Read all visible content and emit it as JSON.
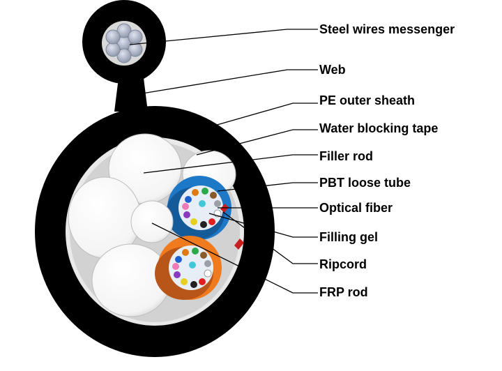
{
  "labels": {
    "steel_wires_messenger": "Steel wires messenger",
    "web": "Web",
    "pe_outer_sheath": "PE outer sheath",
    "water_blocking_tape": "Water blocking tape",
    "filler_rod": "Filler rod",
    "pbt_loose_tube": "PBT loose tube",
    "optical_fiber": "Optical fiber",
    "filling_gel": "Filling gel",
    "ripcord": "Ripcord",
    "frp_rod": "FRP rod"
  },
  "colors": {
    "sheath": "#000000",
    "tape": "#e6e6e6",
    "filler": "#ffffff",
    "steel": "#a9b1c4",
    "tube_blue": "#1e78c8",
    "tube_orange": "#f07a1e",
    "ripcord": "#c81e1e"
  }
}
